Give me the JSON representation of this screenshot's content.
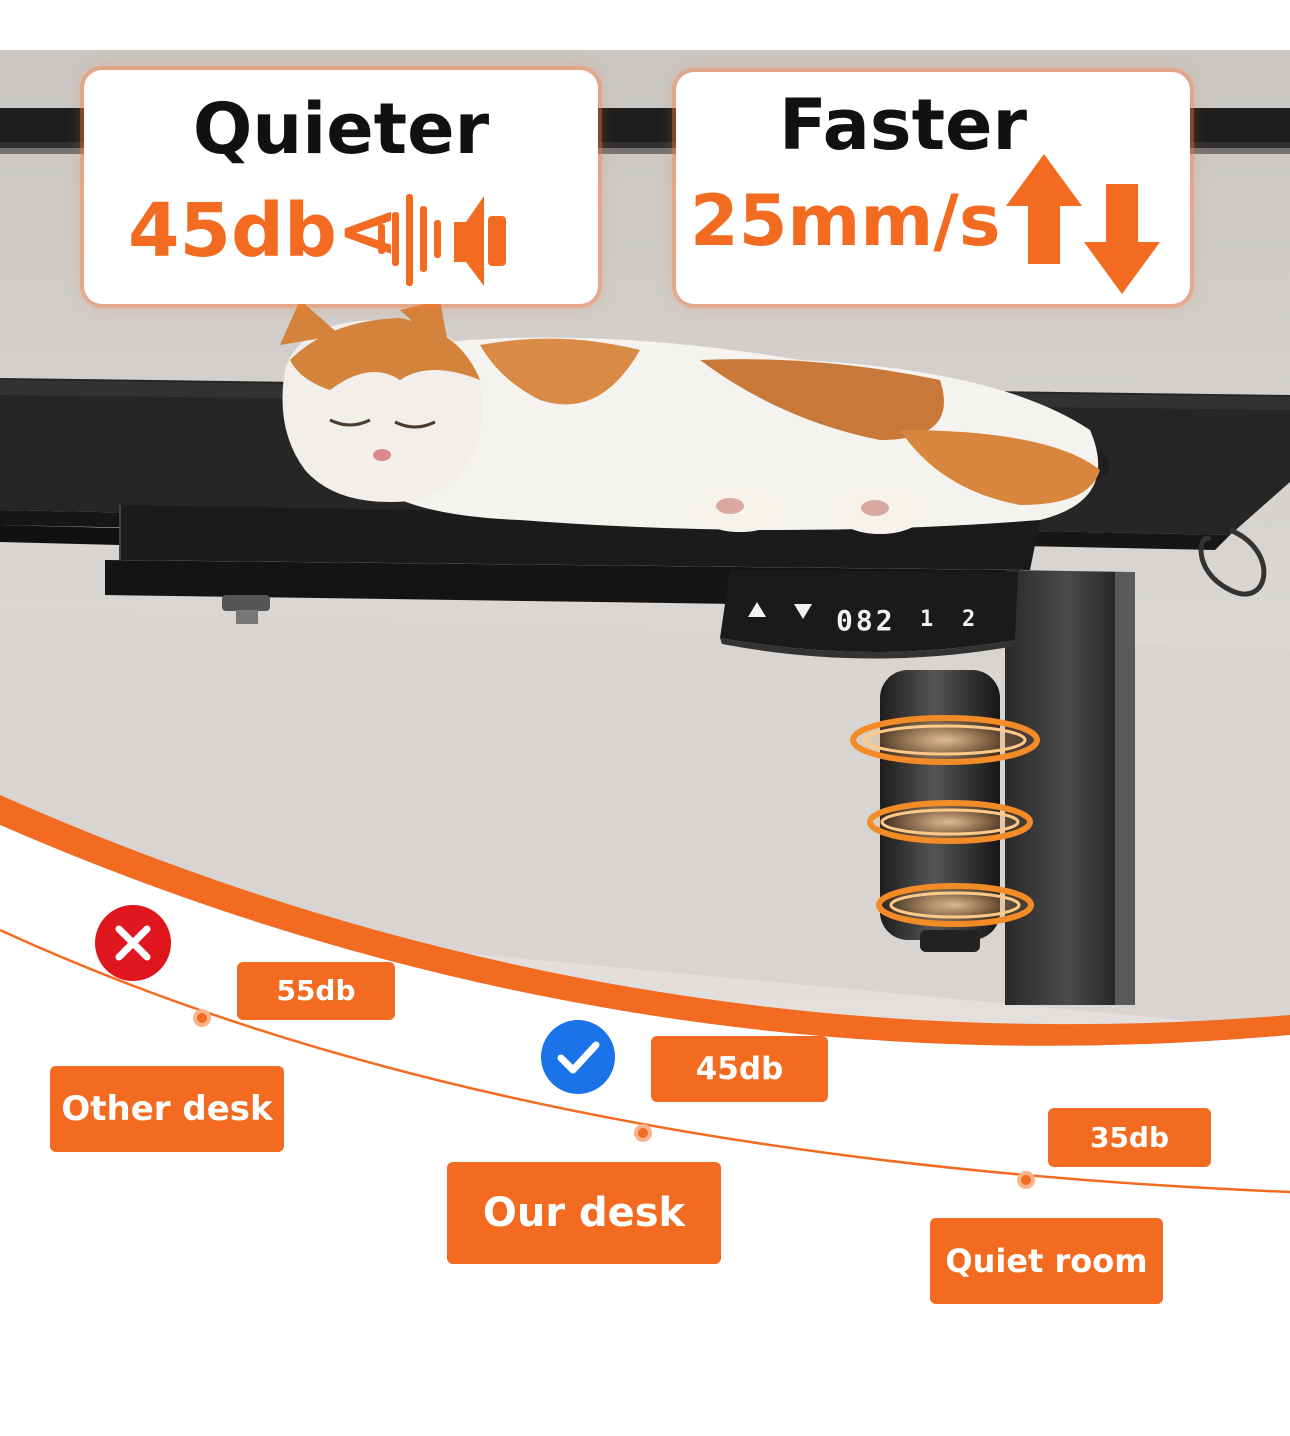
{
  "features": {
    "quieter": {
      "title": "Quieter",
      "value": "45db<",
      "icon": "sound-waves-speaker-icon"
    },
    "faster": {
      "title": "Faster",
      "value": "25mm/s",
      "icon": "up-down-arrows-icon"
    }
  },
  "control_panel": {
    "display": "082",
    "preset_1": "1",
    "preset_2": "2",
    "up_icon": "up-triangle-icon",
    "down_icon": "down-triangle-icon"
  },
  "comparison": {
    "other_desk": {
      "db": "55db",
      "label": "Other desk",
      "status": "cross-icon",
      "level_db": 55
    },
    "our_desk": {
      "db": "45db",
      "label": "Our desk",
      "status": "check-icon",
      "level_db": 45
    },
    "quiet_room": {
      "db": "35db",
      "label": "Quiet room",
      "level_db": 35
    }
  },
  "colors": {
    "accent": "#f26b21",
    "cross": "#e0161e",
    "check": "#1a73e8",
    "desk": "#1f1f1f"
  }
}
